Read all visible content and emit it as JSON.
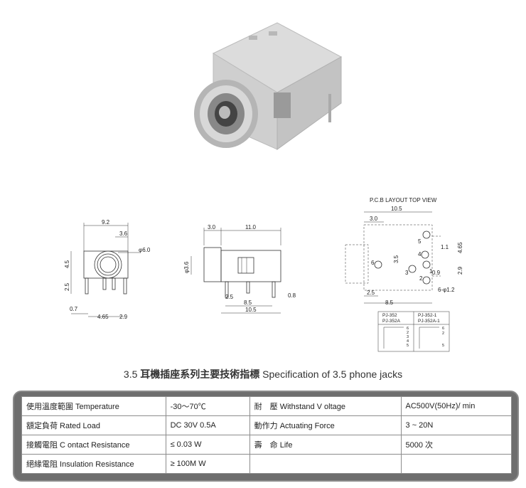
{
  "front_view": {
    "dims": [
      "9.2",
      "3.6",
      "φ6.0",
      "4.5",
      "2.5",
      "0.7",
      "4.65",
      "2.9"
    ]
  },
  "side_view": {
    "dims": [
      "3.0",
      "11.0",
      "φ3.6",
      "2.5",
      "8.5",
      "0.8",
      "10.5"
    ]
  },
  "pcb_view": {
    "title": "P.C.B LAYOUT  TOP VIEW",
    "dims": [
      "10.5",
      "3.0",
      "3.5",
      "1.1",
      "4.65",
      "2.9",
      "0.9",
      "2.5",
      "8.5",
      "6-φ1.2"
    ],
    "pin_labels": [
      "5",
      "4",
      "6",
      "3",
      "1",
      "2"
    ]
  },
  "model_table": {
    "headers": [
      "PJ-352",
      "PJ-352-1",
      "PJ-352A",
      "PJ-352A-1"
    ],
    "left_pins": [
      "6",
      "2",
      "3",
      "4",
      "5"
    ],
    "right_pins": [
      "6",
      "2",
      "5"
    ]
  },
  "spec_title": {
    "number": "3.5",
    "chinese": "耳機插座系列主要技術指標",
    "english": "Specification of 3.5 phone jacks"
  },
  "spec_rows": [
    {
      "label": "使用溫度範圍 Temperature",
      "value": "-30～70℃",
      "label2": "耐　壓 Withstand V oltage",
      "value2": "AC500V(50Hz)/ min"
    },
    {
      "label": "額定負荷 Rated Load",
      "value": "DC 30V 0.5A",
      "label2": "動作力 Actuating Force",
      "value2": "3 ~ 20N"
    },
    {
      "label": "接觸電阻 C ontact Resistance",
      "value": "≤ 0.03 W",
      "label2": "壽　命 Life",
      "value2": "5000 次"
    },
    {
      "label": "絕緣電阻 Insulation Resistance",
      "value": "≥ 100M W",
      "label2": "",
      "value2": ""
    }
  ]
}
